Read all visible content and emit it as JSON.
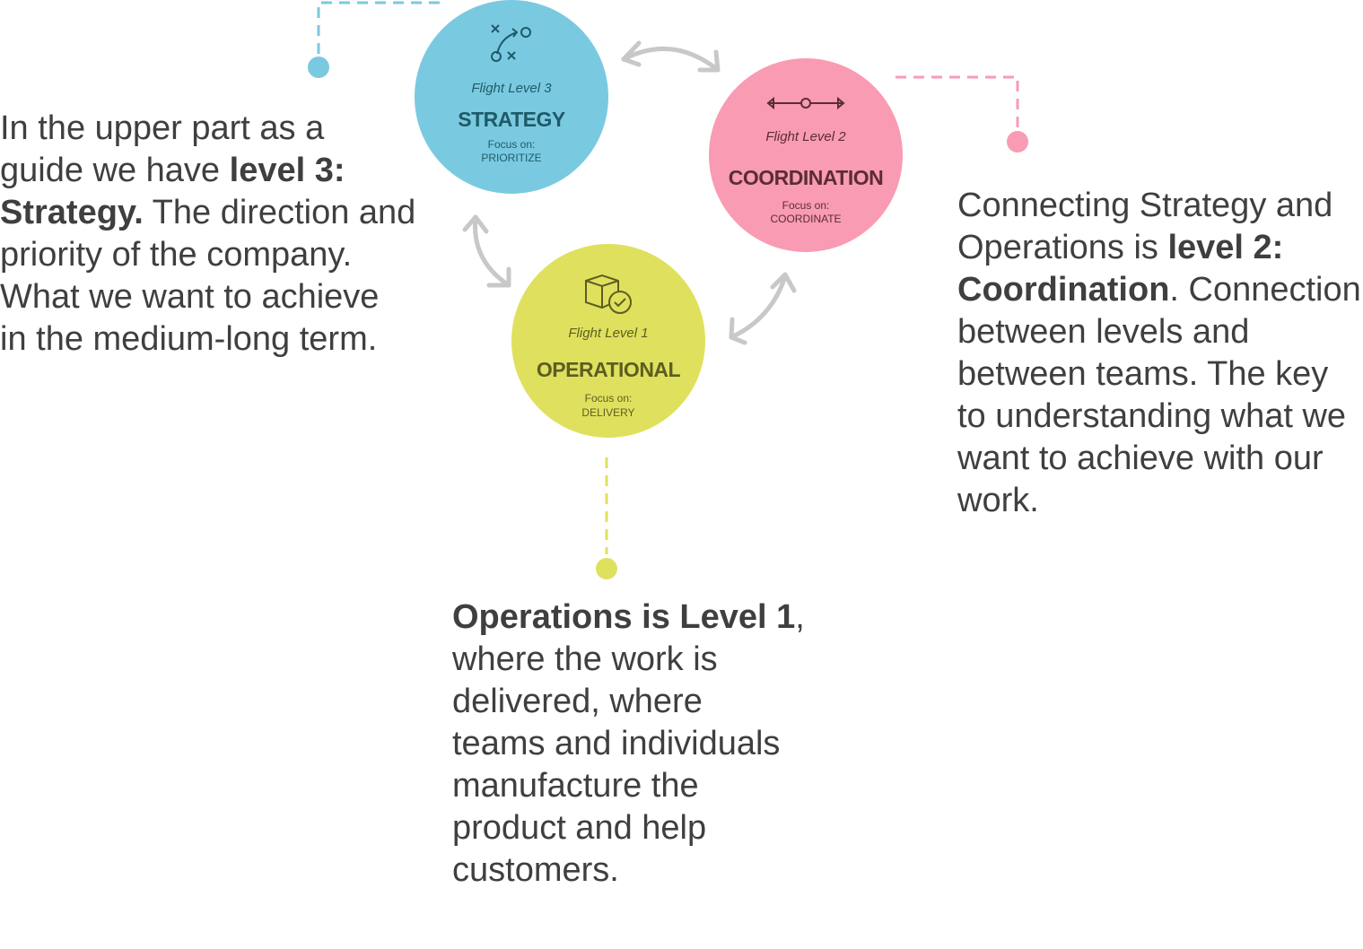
{
  "colors": {
    "strategy": "#79CAE0",
    "coordination": "#F99BB3",
    "operational": "#DFE15E",
    "arrow": "#C8C8C8"
  },
  "levels": {
    "strategy": {
      "level": "Flight Level 3",
      "name": "STRATEGY",
      "focus_label": "Focus on:",
      "focus": "PRIORITIZE",
      "icon": "strategy-play-icon"
    },
    "coordination": {
      "level": "Flight Level 2",
      "name": "COORDINATION",
      "focus_label": "Focus on:",
      "focus": "COORDINATE",
      "icon": "connection-icon"
    },
    "operational": {
      "level": "Flight Level 1",
      "name": "OPERATIONAL",
      "focus_label": "Focus on:",
      "focus": "DELIVERY",
      "icon": "package-check-icon"
    }
  },
  "texts": {
    "strategy": {
      "t1": "In the upper part as a\nguide we have ",
      "b1": "level 3:\nStrategy.",
      "t2": " The direction and\npriority of the company.\nWhat we want to achieve\nin the medium-long term."
    },
    "coordination": {
      "t1": "Connecting Strategy and\nOperations is ",
      "b1": "level 2:\nCoordination",
      "t2": ". Connection\nbetween levels and\nbetween teams. The key\nto understanding what we\nwant to achieve with our\nwork."
    },
    "operational": {
      "b1": "Operations is Level 1",
      "t1": ",\nwhere the work is\ndelivered, where\nteams and individuals\nmanufacture the\nproduct and help\ncustomers."
    }
  }
}
